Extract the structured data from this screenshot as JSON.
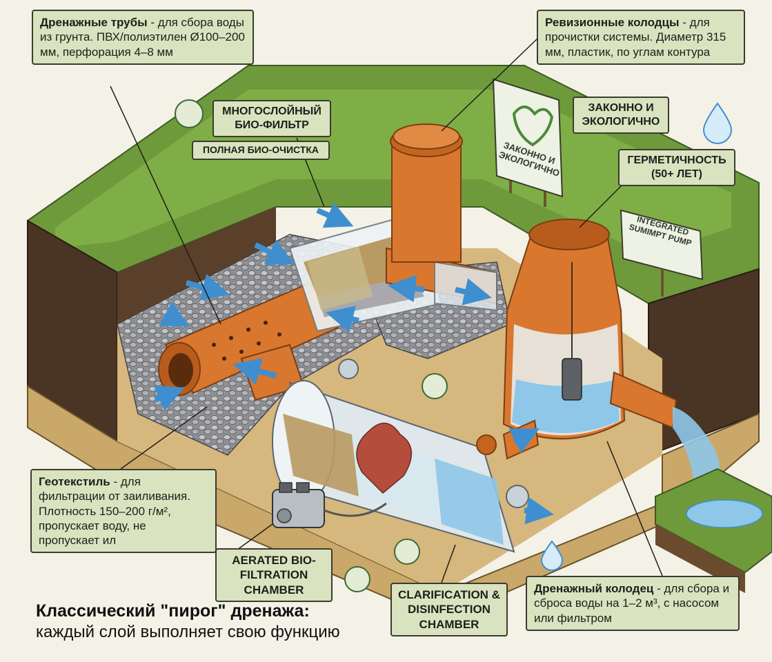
{
  "labels": {
    "drain_pipes": {
      "title": "Дренажные трубы",
      "text": "- для сбора воды из грунта. ПВХ/полиэтилен Ø100–200 мм, перфорация 4–8 мм"
    },
    "inspection_wells": {
      "title": "Ревизионные колодцы",
      "text": "- для прочистки системы. Диаметр 315 мм, пластик, по углам контура"
    },
    "multilayer_biofilter": {
      "text": "МНОГОСЛОЙНЫЙ БИО-ФИЛЬТР"
    },
    "full_bio_cleaning": {
      "text": "ПОЛНАЯ БИО-ОЧИСТКА"
    },
    "legal_eco": {
      "text": "ЗАКОННО И ЭКОЛОГИЧНО"
    },
    "hermetic": {
      "text": "ГЕРМЕТИЧНОСТЬ (50+ ЛЕТ)"
    },
    "geotextile": {
      "title": "Геотекстиль",
      "text": "- для фильтрации от заиливания. Плотность 150–200 г/м², пропускает воду, не пропускает ил"
    },
    "aerated_chamber": {
      "text": "AERATED BIO-FILTRATION CHAMBER"
    },
    "clarification_chamber": {
      "text": "CLARIFICATION & DISINFECTION CHAMBER"
    },
    "drainage_well": {
      "title": "Дренажный колодец",
      "text": "- для сбора и сброса воды на 1–2 м³, с насосом или фильтром"
    }
  },
  "signs": {
    "eco_sign": "ЗАКОННО И ЭКОЛОГИЧНО",
    "pump_sign": "INTEGRATED SUMIMPT PUMP"
  },
  "footer": {
    "line1": "Классический \"пирог\" дренажа:",
    "line2": "каждый слой выполняет свою функцию"
  },
  "colors": {
    "label_bg": "#d9e3bf",
    "pipe_orange": "#d9772f",
    "grass": "#6e9a3c",
    "soil": "#4a3424",
    "water": "#8ec7e8",
    "arrow_blue": "#3f8fd0"
  },
  "icons": [
    "water-drop-icon",
    "bacteria-icon",
    "heart-eco-icon",
    "flow-arrow-icon"
  ]
}
